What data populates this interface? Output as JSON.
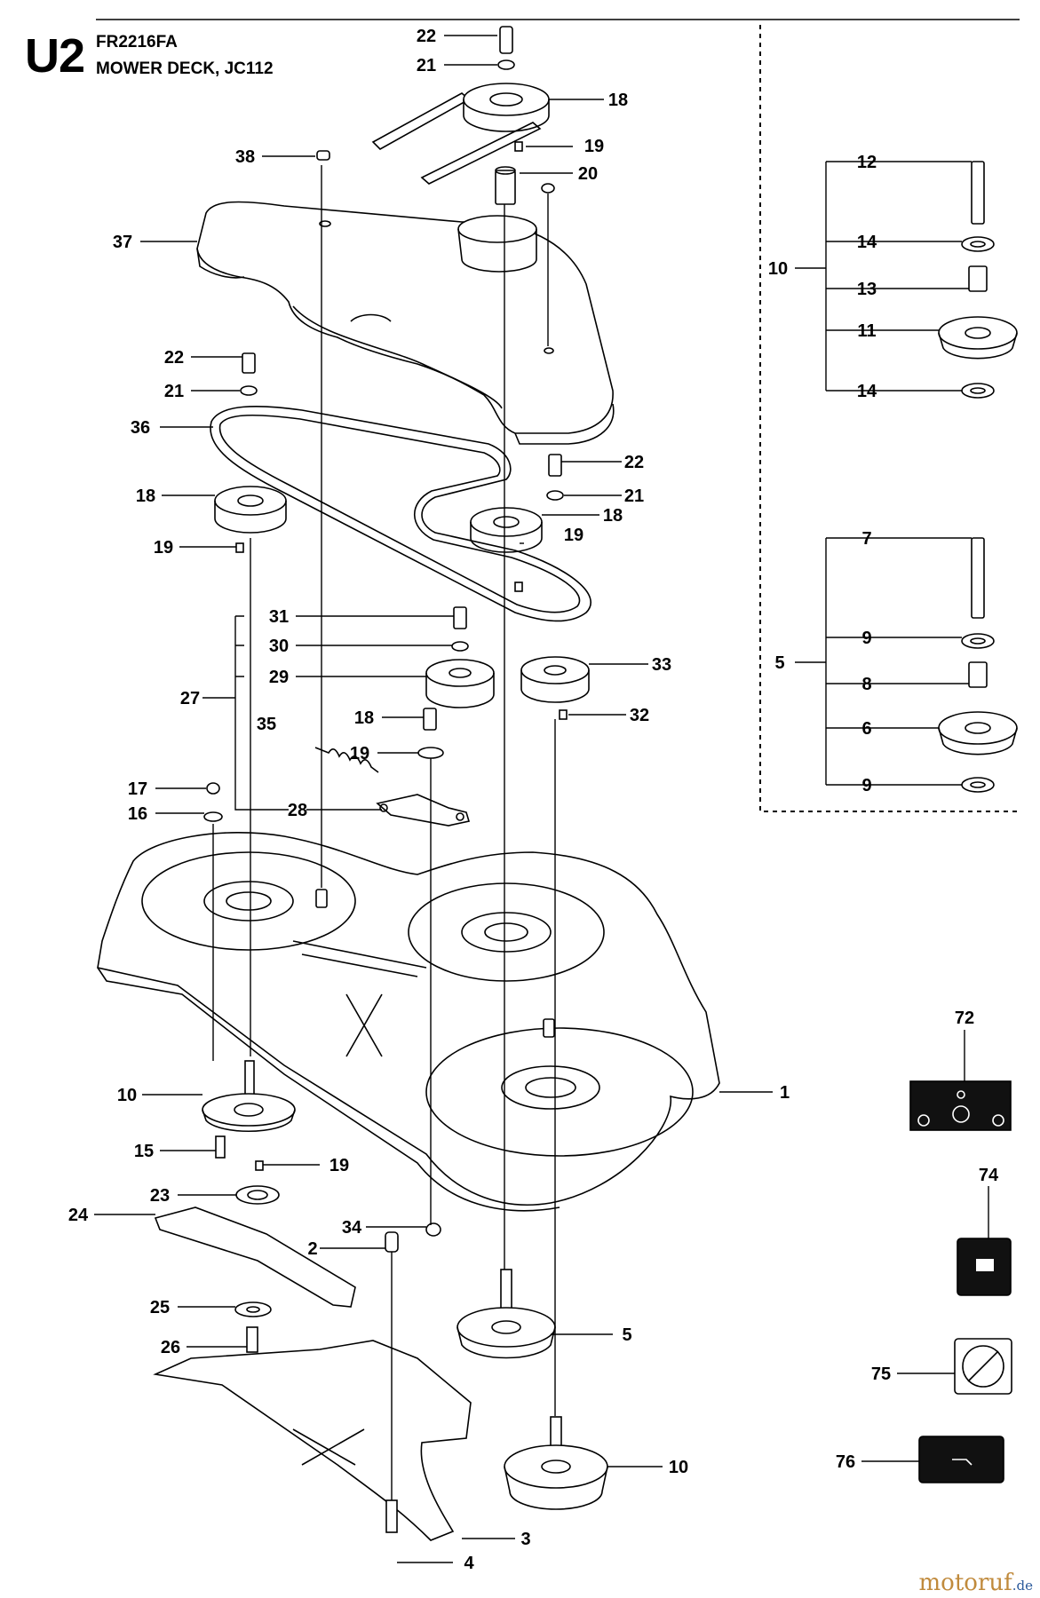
{
  "header": {
    "code": "U2",
    "model": "FR2216FA",
    "title": "MOWER DECK, JC112"
  },
  "callouts": [
    {
      "id": "c22a",
      "label": "22"
    },
    {
      "id": "c21a",
      "label": "21"
    },
    {
      "id": "c18a",
      "label": "18"
    },
    {
      "id": "c19a",
      "label": "19"
    },
    {
      "id": "c20",
      "label": "20"
    },
    {
      "id": "c38",
      "label": "38"
    },
    {
      "id": "c37",
      "label": "37"
    },
    {
      "id": "c22b",
      "label": "22"
    },
    {
      "id": "c21b",
      "label": "21"
    },
    {
      "id": "c36",
      "label": "36"
    },
    {
      "id": "c22c",
      "label": "22"
    },
    {
      "id": "c21c",
      "label": "21"
    },
    {
      "id": "c18b",
      "label": "18"
    },
    {
      "id": "c18c",
      "label": "18"
    },
    {
      "id": "c19b",
      "label": "19"
    },
    {
      "id": "c19c",
      "label": "19"
    },
    {
      "id": "c31",
      "label": "31"
    },
    {
      "id": "c30",
      "label": "30"
    },
    {
      "id": "c29",
      "label": "29"
    },
    {
      "id": "c27",
      "label": "27"
    },
    {
      "id": "c35",
      "label": "35"
    },
    {
      "id": "c33",
      "label": "33"
    },
    {
      "id": "c32",
      "label": "32"
    },
    {
      "id": "c18d",
      "label": "18"
    },
    {
      "id": "c19d",
      "label": "19"
    },
    {
      "id": "c17",
      "label": "17"
    },
    {
      "id": "c16",
      "label": "16"
    },
    {
      "id": "c28",
      "label": "28"
    },
    {
      "id": "c1",
      "label": "1"
    },
    {
      "id": "c10a",
      "label": "10"
    },
    {
      "id": "c15",
      "label": "15"
    },
    {
      "id": "c19e",
      "label": "19"
    },
    {
      "id": "c23",
      "label": "23"
    },
    {
      "id": "c24",
      "label": "24"
    },
    {
      "id": "c34",
      "label": "34"
    },
    {
      "id": "c2",
      "label": "2"
    },
    {
      "id": "c25",
      "label": "25"
    },
    {
      "id": "c26",
      "label": "26"
    },
    {
      "id": "c5a",
      "label": "5"
    },
    {
      "id": "c10b",
      "label": "10"
    },
    {
      "id": "c3",
      "label": "3"
    },
    {
      "id": "c4",
      "label": "4"
    },
    {
      "id": "c12",
      "label": "12"
    },
    {
      "id": "c10c",
      "label": "10"
    },
    {
      "id": "c14a",
      "label": "14"
    },
    {
      "id": "c13",
      "label": "13"
    },
    {
      "id": "c11",
      "label": "11"
    },
    {
      "id": "c14b",
      "label": "14"
    },
    {
      "id": "c7",
      "label": "7"
    },
    {
      "id": "c5b",
      "label": "5"
    },
    {
      "id": "c9a",
      "label": "9"
    },
    {
      "id": "c8",
      "label": "8"
    },
    {
      "id": "c6",
      "label": "6"
    },
    {
      "id": "c9b",
      "label": "9"
    },
    {
      "id": "c72",
      "label": "72"
    },
    {
      "id": "c74",
      "label": "74"
    },
    {
      "id": "c75",
      "label": "75"
    },
    {
      "id": "c76",
      "label": "76"
    }
  ],
  "watermark": {
    "brand": "motoruf",
    "tld": ".de"
  },
  "colors": {
    "ink": "#000000",
    "decal": "#111111",
    "watermark_brand": "#c08a3c",
    "watermark_tld": "#2b5a9b"
  }
}
